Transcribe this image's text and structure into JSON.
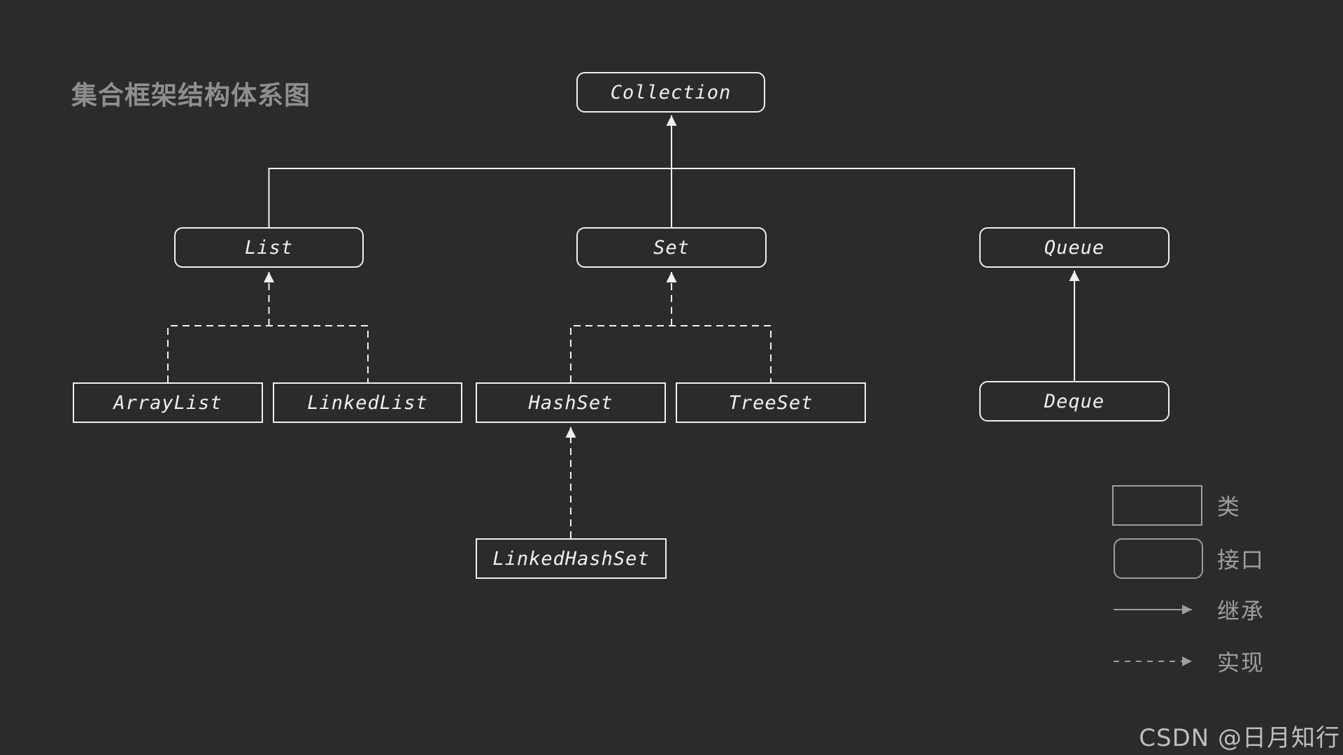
{
  "title": "集合框架结构体系图",
  "nodes": {
    "collection": {
      "label": "Collection",
      "kind": "interface"
    },
    "list": {
      "label": "List",
      "kind": "interface"
    },
    "set": {
      "label": "Set",
      "kind": "interface"
    },
    "queue": {
      "label": "Queue",
      "kind": "interface"
    },
    "arraylist": {
      "label": "ArrayList",
      "kind": "class"
    },
    "linkedlist": {
      "label": "LinkedList",
      "kind": "class"
    },
    "hashset": {
      "label": "HashSet",
      "kind": "class"
    },
    "treeset": {
      "label": "TreeSet",
      "kind": "class"
    },
    "deque": {
      "label": "Deque",
      "kind": "interface"
    },
    "linkedhashset": {
      "label": "LinkedHashSet",
      "kind": "class"
    }
  },
  "edges": [
    {
      "from": "List",
      "to": "Collection",
      "type": "继承"
    },
    {
      "from": "Set",
      "to": "Collection",
      "type": "继承"
    },
    {
      "from": "Queue",
      "to": "Collection",
      "type": "继承"
    },
    {
      "from": "ArrayList",
      "to": "List",
      "type": "实现"
    },
    {
      "from": "LinkedList",
      "to": "List",
      "type": "实现"
    },
    {
      "from": "HashSet",
      "to": "Set",
      "type": "实现"
    },
    {
      "from": "TreeSet",
      "to": "Set",
      "type": "实现"
    },
    {
      "from": "Deque",
      "to": "Queue",
      "type": "继承"
    },
    {
      "from": "LinkedHashSet",
      "to": "HashSet",
      "type": "实现"
    }
  ],
  "legend": {
    "class_label": "类",
    "interface_label": "接口",
    "inherit_label": "继承",
    "implement_label": "实现"
  },
  "watermark": "CSDN @日月知行",
  "colors": {
    "background": "#2b2b2b",
    "node_stroke": "#f0f0f0",
    "title_text": "#8f8f8f",
    "legend_text": "#9e9e9e",
    "watermark_text": "#bdbdbd"
  }
}
